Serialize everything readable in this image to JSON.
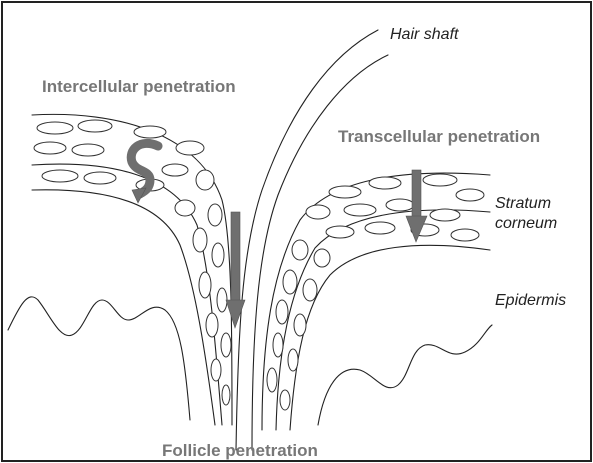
{
  "labels": {
    "hair_shaft": "Hair shaft",
    "intercellular": "Intercellular penetration",
    "transcellular": "Transcellular penetration",
    "stratum_line1": "Stratum",
    "stratum_line2": "corneum",
    "epidermis": "Epidermis",
    "follicle": "Follicle penetration"
  },
  "colors": {
    "label_gray": "#777777",
    "arrow_gray": "#6f6f6f",
    "stroke": "#222222"
  }
}
